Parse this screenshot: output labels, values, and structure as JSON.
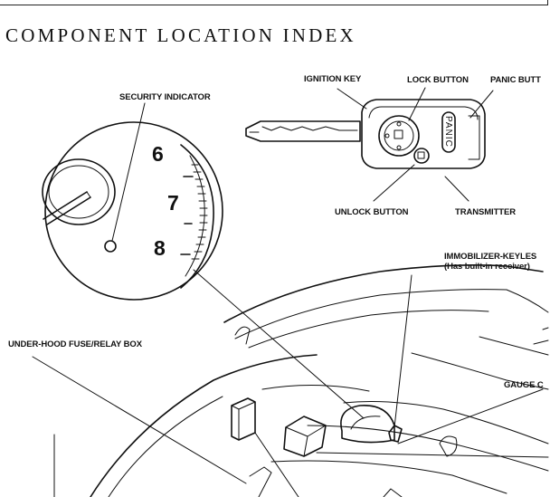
{
  "page": {
    "title": "COMPONENT LOCATION INDEX"
  },
  "callouts": {
    "ignition_key": "IGNITION KEY",
    "lock_button": "LOCK BUTTON",
    "panic_button": "PANIC BUTT",
    "security_indicator": "SECURITY INDICATOR",
    "unlock_button": "UNLOCK BUTTON",
    "transmitter": "TRANSMITTER",
    "immobilizer": "IMMOBILIZER-KEYLES",
    "immobilizer_note": "(Has built-in receiver)",
    "fuse_box": "UNDER-HOOD FUSE/RELAY BOX",
    "gauge": "GAUGE C"
  },
  "switch_positions": [
    "6",
    "7",
    "8"
  ],
  "transmitter_button_text": "PANIC"
}
